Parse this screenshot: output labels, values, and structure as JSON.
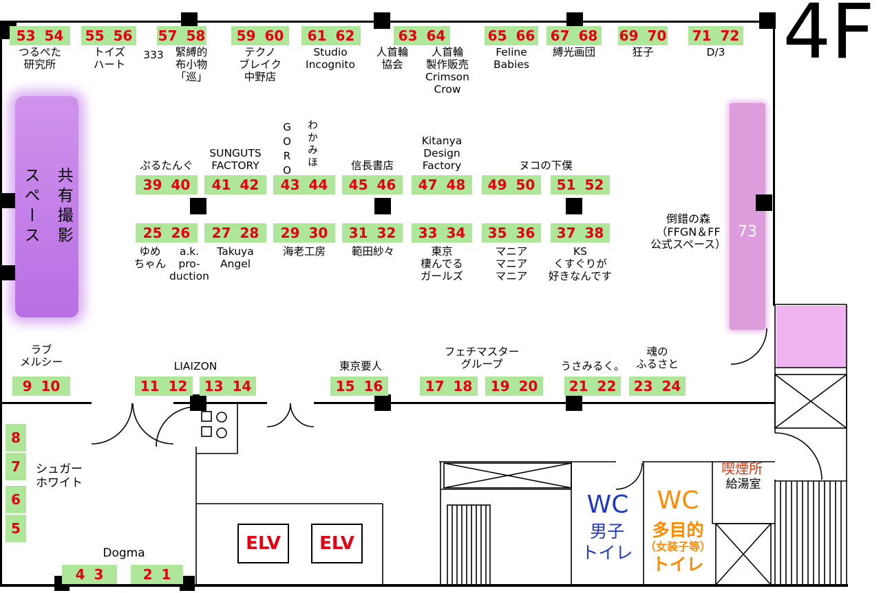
{
  "floor_label": "4F",
  "zones": {
    "photo_space": "共有撮影\nスペース",
    "booth_73": "73",
    "tosaku_forest": "倒錯の森\n（FFGN＆FF\n公式スペース）"
  },
  "booths": {
    "top": [
      {
        "num": "53 54",
        "name": "つるぺた\n研究所"
      },
      {
        "num": "55 56",
        "name": "トイズ\nハート"
      },
      {
        "num": "57 58",
        "name": "緊縛的\n布小物\n「巡」",
        "name2": "333"
      },
      {
        "num": "59 60",
        "name": "テクノ\nブレイク\n中野店"
      },
      {
        "num": "61 62",
        "name": "Studio\nIncognito"
      },
      {
        "num": "63 64",
        "name": "人首輪\n協会",
        "name2": "人首輪\n製作販売\nCrimson\nCrow"
      },
      {
        "num": "65 66",
        "name": "Feline\nBabies"
      },
      {
        "num": "67 68",
        "name": "縛光画団"
      },
      {
        "num": "69 70",
        "name": "狂子"
      },
      {
        "num": "71 72",
        "name": "D/3"
      }
    ],
    "mid_upper": [
      {
        "num": "39 40",
        "name": "ぷるたんぐ"
      },
      {
        "num": "41 42",
        "name": "SUNGUTS\nFACTORY"
      },
      {
        "num": "43 44",
        "name": "GORO",
        "name2": "わかみほ"
      },
      {
        "num": "45 46",
        "name": "信長書店"
      },
      {
        "num": "47 48",
        "name": "Kitanya\nDesign\nFactory"
      },
      {
        "num": "49 50"
      },
      {
        "num": "51 52"
      }
    ],
    "mid_upper_shared": "ヌコの下僕",
    "mid_lower": [
      {
        "num": "25 26",
        "name": "ゆめ\nちゃん",
        "name2": "a.k.\npro-\nduction"
      },
      {
        "num": "27 28",
        "name": "Takuya\nAngel"
      },
      {
        "num": "29 30",
        "name": "海老工房"
      },
      {
        "num": "31 32",
        "name": "範田紗々"
      },
      {
        "num": "33 34",
        "name": "東京\n棲んでる\nガールズ"
      },
      {
        "num": "35 36",
        "name": "マニア\nマニア\nマニア"
      },
      {
        "num": "37 38",
        "name": "KS\nくすぐりが\n好きなんです"
      }
    ],
    "lower": [
      {
        "num": "9 10",
        "name": "ラブ\nメルシー"
      },
      {
        "num": "11 12"
      },
      {
        "num": "13 14"
      },
      {
        "num": "15 16",
        "name": "東京要人"
      },
      {
        "num": "17 18"
      },
      {
        "num": "19 20"
      },
      {
        "num": "21 22",
        "name": "うさみるく。"
      },
      {
        "num": "23 24",
        "name": "魂の\nふるさと"
      }
    ],
    "lower_shared": {
      "liaizon": "LIAIZON",
      "fetish_master": "フェチマスター\nグループ"
    },
    "left_column": [
      {
        "num": "8"
      },
      {
        "num": "7"
      },
      {
        "num": "6"
      },
      {
        "num": "5"
      }
    ],
    "left_column_name": "シュガー\nホワイト",
    "bottom": [
      {
        "num": "4 3"
      },
      {
        "num": "2 1"
      }
    ],
    "bottom_name": "Dogma"
  },
  "facilities": {
    "elevator": "ELV",
    "wc_men_title": "WC",
    "wc_men_sub": "男子\nトイレ",
    "wc_multi_title": "WC",
    "wc_multi_line1": "多目的",
    "wc_multi_line2": "（女装子等）",
    "wc_multi_line3": "トイレ",
    "smoking_area": "喫煙所",
    "kitchenette": "給湯室"
  },
  "colors": {
    "booth_green": "#aee79a",
    "number_red": "#e60012",
    "photo_space_purple": "#c482e6",
    "booth73_purple": "#dd9ddd",
    "annex_pink": "#efb3ef",
    "wc_men_blue": "#2038c7",
    "wc_multi_orange": "#ff8a00",
    "smoking_red": "#e3350d",
    "elv_red": "#e60012"
  }
}
